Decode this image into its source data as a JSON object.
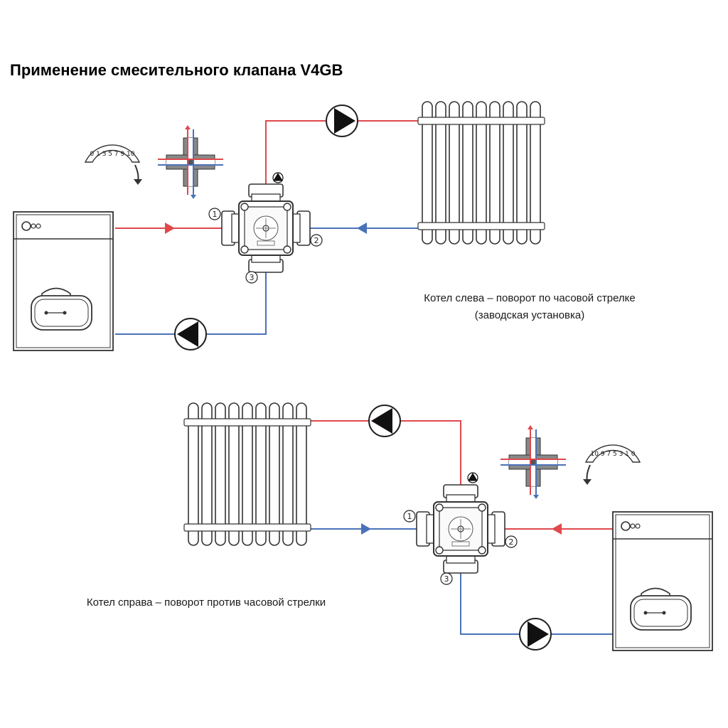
{
  "title": "Применение смесительного клапана V4GB",
  "scheme_left": {
    "caption_line1": "Котел слева – поворот по часовой стрелке",
    "caption_line2": "(заводская установка)",
    "port_labels": [
      "1",
      "2",
      "3"
    ],
    "dial_scale": "0 1 3 5 7 9 10"
  },
  "scheme_right": {
    "caption": "Котел справа – поворот против часовой стрелки",
    "port_labels": [
      "1",
      "2",
      "3"
    ],
    "dial_scale": "10 9 7 5 3 1 0"
  },
  "colors": {
    "hot": "#e0484c",
    "cold": "#4a72b8",
    "outline": "#333333"
  }
}
